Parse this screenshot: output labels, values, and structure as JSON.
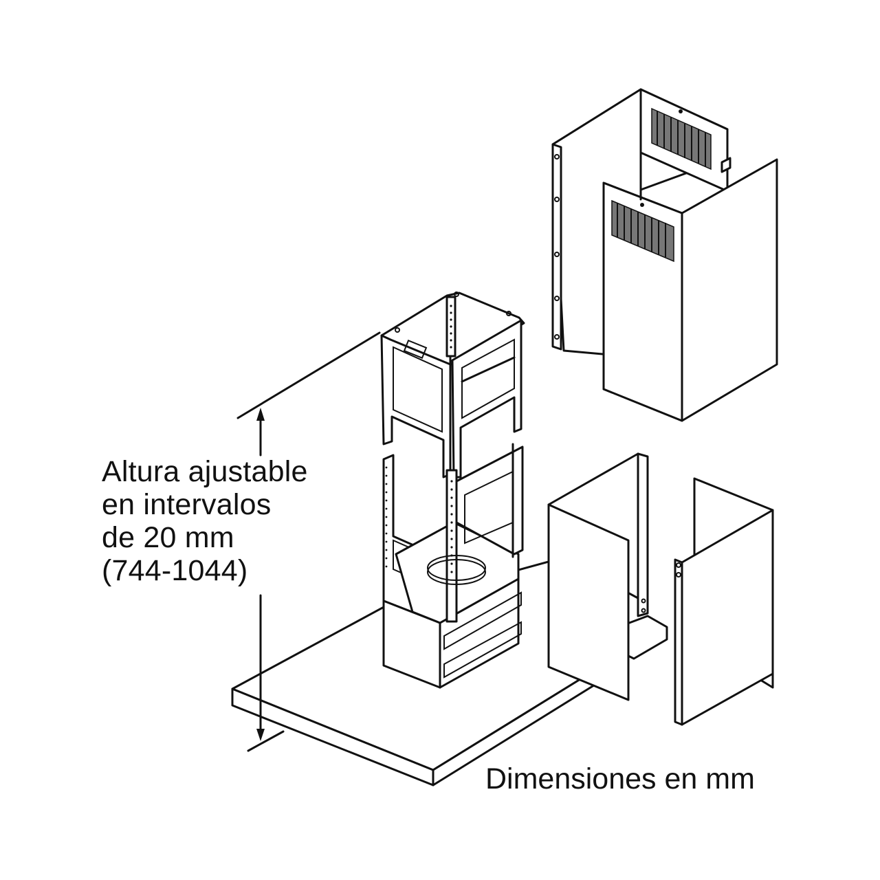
{
  "diagram": {
    "title": "Range hood chimney installation — exploded view",
    "height_label": {
      "lines": [
        "Altura ajustable",
        "en intervalos",
        "de 20 mm",
        "(744-1044)"
      ]
    },
    "units_note": "Dimensiones en mm",
    "parts": [
      "upper-chimney-cover-rear",
      "upper-chimney-cover-front",
      "support-frame-upper",
      "support-frame-lower",
      "ceiling-mount-plate",
      "lower-chimney-cover-rear",
      "lower-chimney-cover-front",
      "duct-hose"
    ],
    "colors": {
      "line": "#111111",
      "background": "#ffffff",
      "vent_slot": "#777777"
    }
  }
}
